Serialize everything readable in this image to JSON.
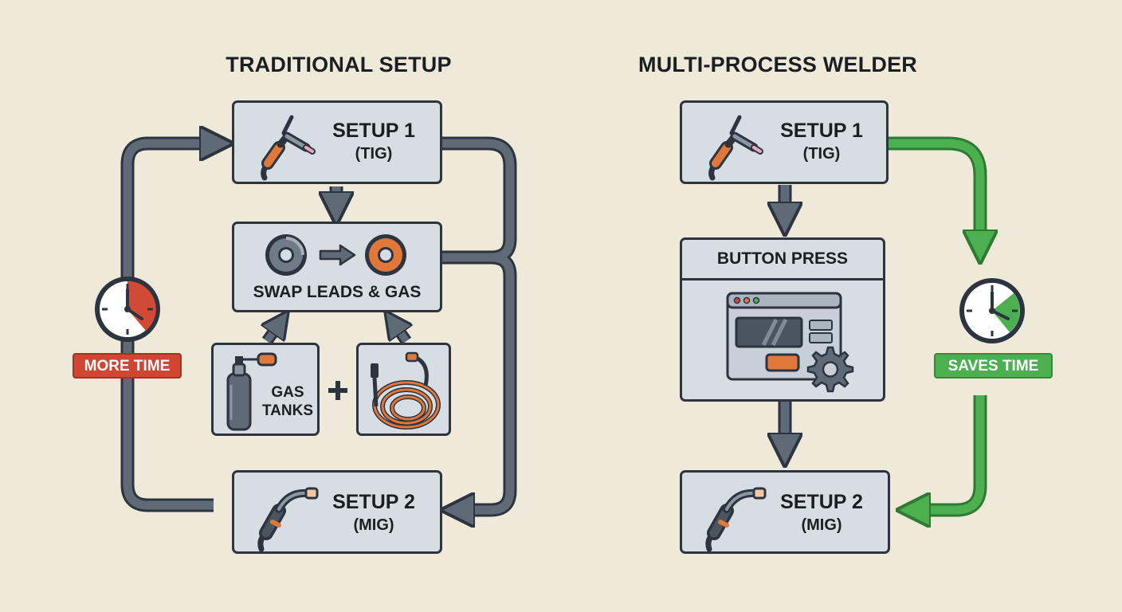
{
  "colors": {
    "background": "#efe9da",
    "box_fill": "#d6dde3",
    "outline": "#2c3440",
    "arrow_gray": "#5e6b77",
    "arrow_green": "#4caf50",
    "accent_orange": "#e0783b",
    "clock_red": "#d04a35",
    "clock_green": "#4caf50"
  },
  "left_panel": {
    "title": "TRADITIONAL SETUP",
    "setup1": {
      "title": "SETUP 1",
      "sub": "(TIG)",
      "icon": "tig-torch-icon"
    },
    "swap": {
      "label": "SWAP LEADS & GAS",
      "icons": [
        "spool-gray-icon",
        "arrow-right-icon",
        "spool-orange-icon"
      ]
    },
    "gas": {
      "line1": "GAS",
      "line2": "TANKS",
      "icon": "gas-tank-icon"
    },
    "plus": "+",
    "cable": {
      "icon": "cable-coil-icon"
    },
    "setup2": {
      "title": "SETUP 2",
      "sub": "(MIG)",
      "icon": "mig-gun-icon"
    },
    "badge": "MORE TIME",
    "clock_icon": "clock-red-icon"
  },
  "right_panel": {
    "title": "MULTI-PROCESS WELDER",
    "setup1": {
      "title": "SETUP 1",
      "sub": "(TIG)",
      "icon": "tig-torch-icon"
    },
    "button_press": {
      "label": "BUTTON PRESS",
      "icon": "control-panel-icon"
    },
    "setup2": {
      "title": "SETUP 2",
      "sub": "(MIG)",
      "icon": "mig-gun-icon"
    },
    "badge": "SAVES TIME",
    "clock_icon": "clock-green-icon"
  }
}
